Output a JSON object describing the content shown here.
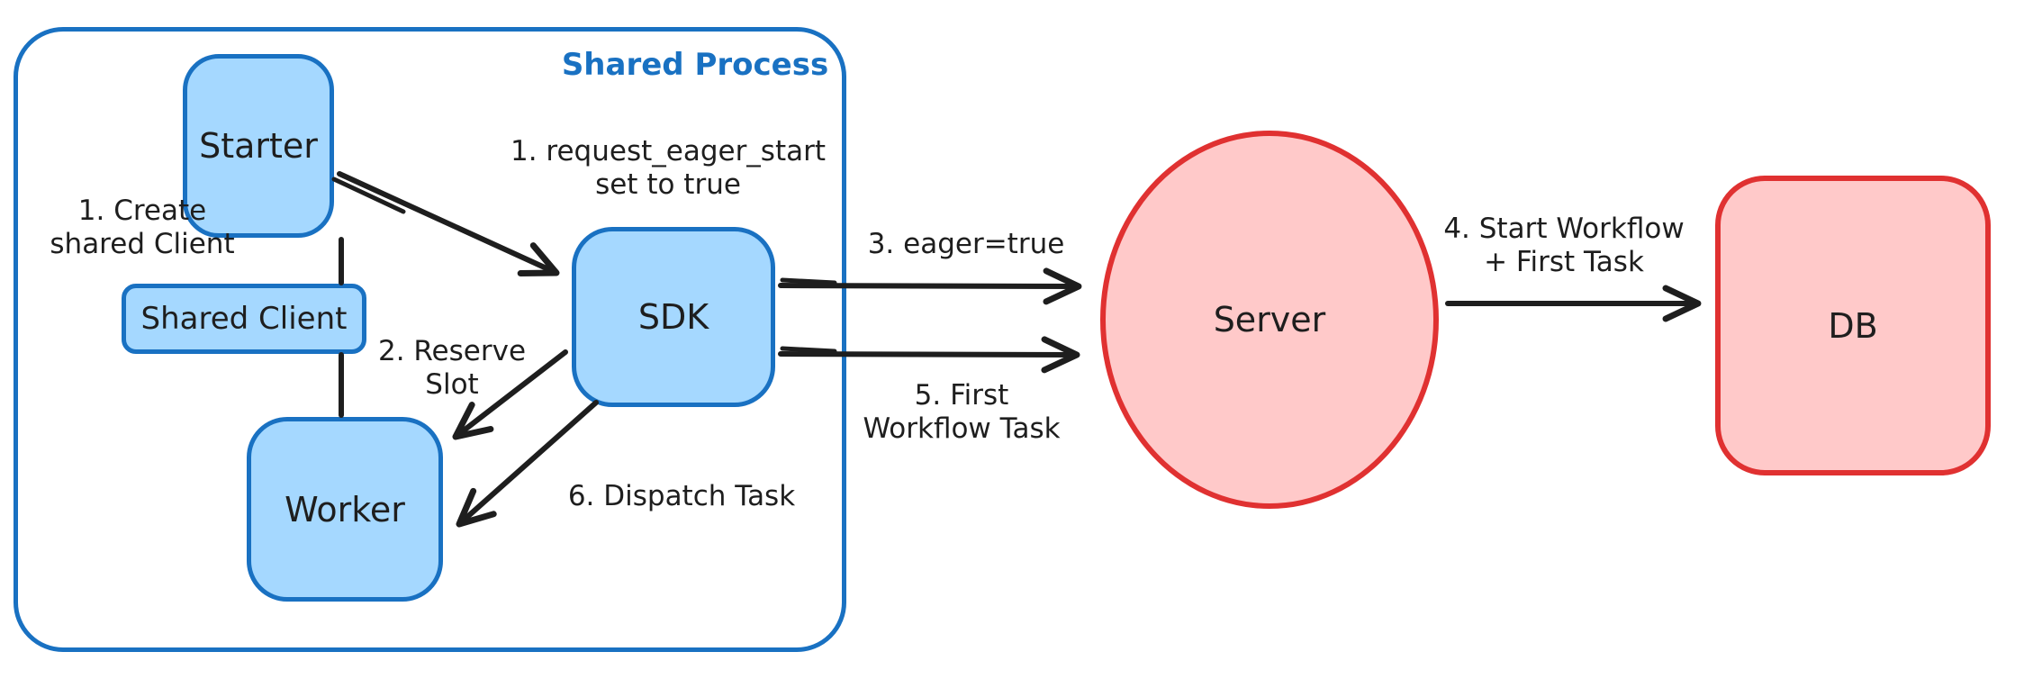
{
  "diagram": {
    "group_label": "Shared Process",
    "nodes": {
      "starter": "Starter",
      "shared_client": "Shared Client",
      "worker": "Worker",
      "sdk": "SDK",
      "server": "Server",
      "db": "DB"
    },
    "annotations": {
      "create_shared_client": [
        "1. Create",
        "shared Client"
      ],
      "request_eager_start": [
        "1. request_eager_start",
        "set to true"
      ],
      "reserve_slot": [
        "2. Reserve",
        "Slot"
      ],
      "eager_true": "3. eager=true",
      "start_workflow_first_task": [
        "4. Start Workflow",
        "+ First Task"
      ],
      "first_workflow_task": [
        "5. First",
        "Workflow Task"
      ],
      "dispatch_task": "6. Dispatch Task"
    },
    "colors": {
      "blue_stroke": "#1971c2",
      "blue_fill": "#a5d8ff",
      "red_stroke": "#e03131",
      "red_fill": "#ffc9c9",
      "ink": "#1e1e1e",
      "background": "#ffffff"
    }
  }
}
